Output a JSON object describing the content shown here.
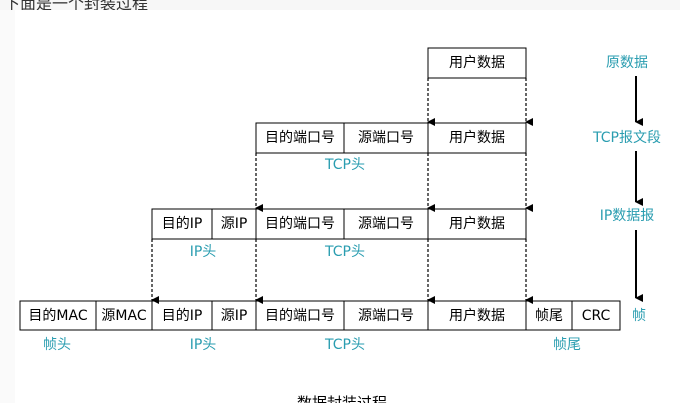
{
  "header_text": "下面是一个封装过程",
  "colors": {
    "label": "#2a9db0",
    "line": "#000000"
  },
  "fields": {
    "user_data": "用户数据",
    "dst_port": "目的端口号",
    "src_port": "源端口号",
    "dst_ip": "目的IP",
    "src_ip": "源IP",
    "dst_mac": "目的MAC",
    "src_mac": "源MAC",
    "frame_tail": "帧尾",
    "crc": "CRC"
  },
  "group_labels": {
    "tcp_header": "TCP头",
    "ip_header": "IP头",
    "frame_header": "帧头",
    "frame_tail": "帧尾"
  },
  "stages": [
    "原数据",
    "TCP报文段",
    "IP数据报",
    "帧"
  ],
  "caption": "数据封装过程"
}
